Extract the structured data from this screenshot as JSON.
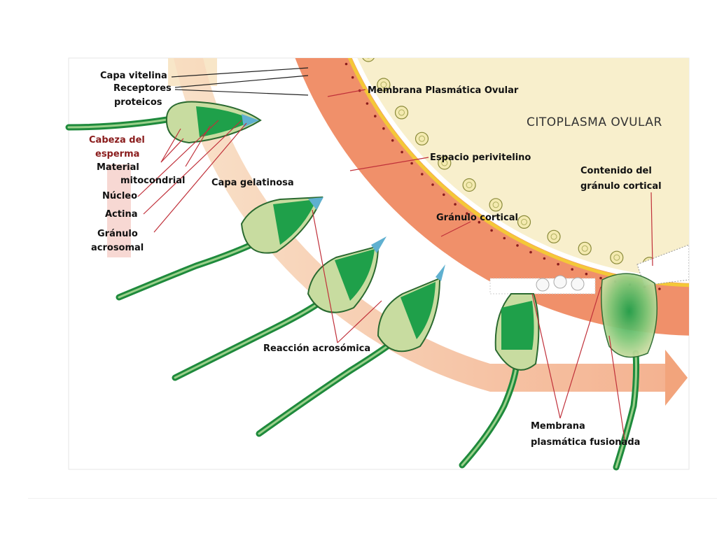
{
  "diagram": {
    "colors": {
      "cytoplasm": "#f8efcc",
      "zona": "#f0906a",
      "vitelline": "#f4c838",
      "sperm_body": "#c8dca0",
      "sperm_core": "#1fa04a",
      "tail": "#1e8a3c",
      "label_red": "#8a1c1c",
      "leader": "#c0303a"
    },
    "labels": {
      "capa_vitelina": "Capa vitelina",
      "receptores_1": "Receptores",
      "receptores_2": "proteicos",
      "membrana_ovular": "Membrana Plasmática Ovular",
      "citoplasma": "CITOPLASMA OVULAR",
      "cabeza_1": "Cabeza del",
      "cabeza_2": "esperma",
      "material_1": "Material",
      "material_2": "mitocondrial",
      "nucleo": "Núcleo",
      "actina": "Actina",
      "granulo_acrosomal_1": "Gránulo",
      "granulo_acrosomal_2": "acrosomal",
      "capa_gelatinosa": "Capa gelatinosa",
      "espacio_perivitelino": "Espacio perivitelino",
      "contenido_1": "Contenido del",
      "contenido_2": "gránulo cortical",
      "granulo_cortical": "Gránulo cortical",
      "reaccion": "Reacción acrosómica",
      "membrana_fusionada_1": "Membrana",
      "membrana_fusionada_2": "plasmática fusionada"
    }
  }
}
